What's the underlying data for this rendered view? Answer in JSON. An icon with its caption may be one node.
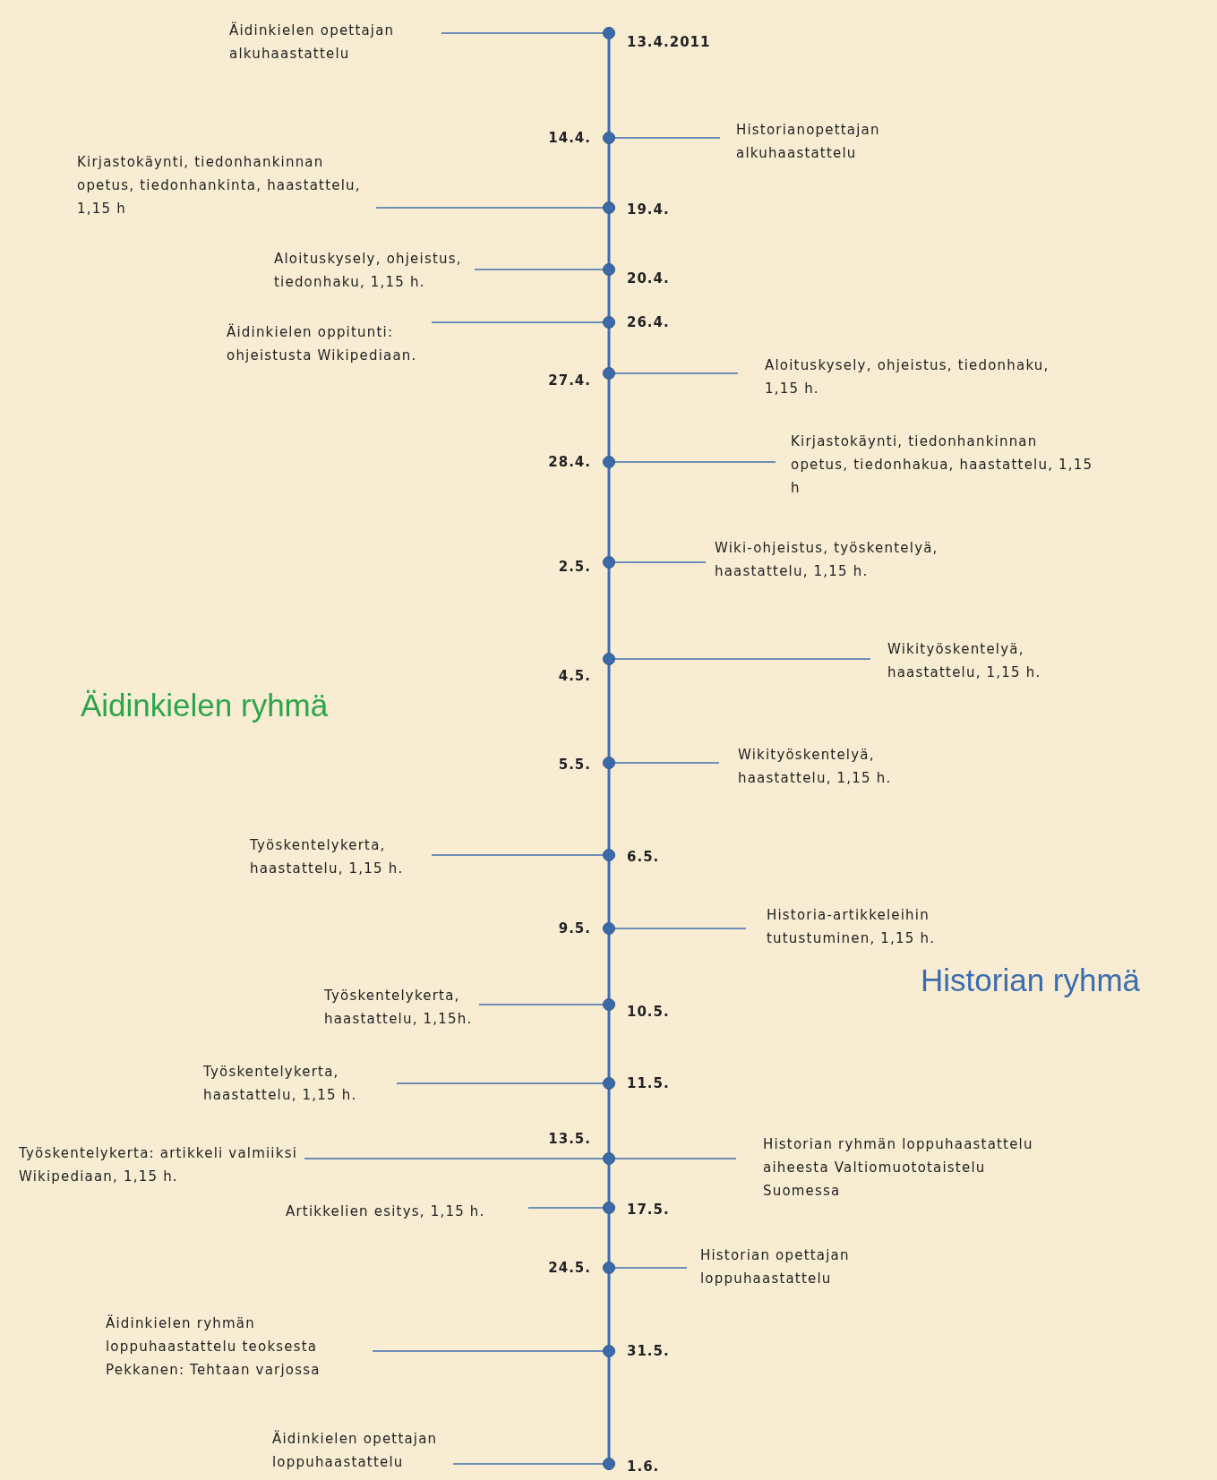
{
  "diagram": {
    "nodes": [
      {
        "text": [
          "Äidinkielen opettajan alkuhaastattelu"
        ]
      },
      {
        "text": [],
        "shape": "circle",
        "beside": [
          "13.4.2011"
        ]
      },
      {
        "text": [],
        "shape": "circle",
        "beside": [
          "14.4."
        ]
      },
      {
        "text": [
          "Historianopettajan alkuhaastattelu"
        ]
      },
      {
        "text": [
          "Kirjastokäynti, tiedonhankinnan opetus, tiedonhankinta, haastattelu, 1,15 h"
        ]
      },
      {
        "text": [],
        "shape": "circle",
        "beside": [
          "19.4."
        ]
      },
      {
        "text": [
          "Aloituskysely, ohjeistus, tiedonhaku, 1,15 h."
        ]
      },
      {
        "text": [],
        "shape": "circle",
        "beside": [
          "20.4."
        ]
      },
      {
        "text": [
          "Äidinkielen oppitunti: ohjeistusta Wikipediaan."
        ]
      },
      {
        "text": [],
        "shape": "circle",
        "beside": [
          "26.4."
        ]
      },
      {
        "text": [],
        "shape": "circle",
        "beside": [
          "27.4."
        ]
      },
      {
        "text": [
          "Aloituskysely, ohjeistus, tiedonhaku, 1,15 h."
        ]
      },
      {
        "text": [],
        "shape": "circle",
        "beside": [
          "28.4."
        ]
      },
      {
        "text": [
          "Kirjastokäynti, tiedonhankinnan opetus, tiedonhakua, haastattelu, 1,15 h"
        ]
      },
      {
        "text": [],
        "shape": "circle",
        "beside": [
          "2.5."
        ]
      },
      {
        "text": [
          "Wiki-ohjeistus, työskentelyä, haastattelu, 1,15 h."
        ]
      },
      {
        "text": [],
        "shape": "circle",
        "beside": [
          "4.5."
        ]
      },
      {
        "text": [
          "Wikityöskentelyä, haastattelu, 1,15 h."
        ]
      },
      {
        "text": [],
        "shape": "circle",
        "beside": [
          "5.5."
        ]
      },
      {
        "text": [
          "Wikityöskentelyä, haastattelu, 1,15 h."
        ]
      },
      {
        "text": [
          "Työskentelykerta, haastattelu, 1,15 h."
        ]
      },
      {
        "text": [],
        "shape": "circle",
        "beside": [
          "6.5."
        ]
      },
      {
        "text": [],
        "shape": "circle",
        "beside": [
          "9.5."
        ]
      },
      {
        "text": [
          "Historia-artikkeleihin tutustuminen, 1,15 h."
        ]
      },
      {
        "text": [
          "Työskentelykerta, haastattelu, 1,15h."
        ]
      },
      {
        "text": [],
        "shape": "circle",
        "beside": [
          "10.5."
        ]
      },
      {
        "text": [
          "Työskentelykerta, haastattelu, 1,15 h."
        ]
      },
      {
        "text": [],
        "shape": "circle",
        "beside": [
          "11.5."
        ]
      },
      {
        "text": [
          "Työskentelykerta: artikkeli valmiiksi Wikipediaan, 1,15 h."
        ]
      },
      {
        "text": [],
        "shape": "circle",
        "beside": [
          "13.5."
        ]
      },
      {
        "text": [
          "Historian ryhmän loppuhaastattelu aiheesta Valtiomuototaistelu Suomessa"
        ]
      },
      {
        "text": [
          "Artikkelien esitys, 1,15 h."
        ]
      },
      {
        "text": [],
        "shape": "circle",
        "beside": [
          "17.5."
        ]
      },
      {
        "text": [],
        "shape": "circle",
        "beside": [
          "24.5."
        ]
      },
      {
        "text": [
          "Historian opettajan loppuhaastattelu"
        ]
      },
      {
        "text": [
          "Äidinkielen ryhmän loppuhaastattelu teoksesta Pekkanen: Tehtaan varjossa"
        ]
      },
      {
        "text": [],
        "shape": "circle",
        "beside": [
          "31.5."
        ]
      },
      {
        "text": [
          "Äidinkielen opettajan loppuhaastattelu"
        ]
      },
      {
        "text": [],
        "shape": "circle",
        "beside": [
          "1.6."
        ]
      }
    ],
    "edges": [
      {
        "from": 0,
        "to": 1,
        "arrow": "none"
      },
      {
        "from": 3,
        "to": 2,
        "arrow": "none"
      },
      {
        "from": 4,
        "to": 5,
        "arrow": "none"
      },
      {
        "from": 6,
        "to": 7,
        "arrow": "none"
      },
      {
        "from": 8,
        "to": 9,
        "arrow": "none"
      },
      {
        "from": 11,
        "to": 10,
        "arrow": "none"
      },
      {
        "from": 13,
        "to": 12,
        "arrow": "none"
      },
      {
        "from": 15,
        "to": 14,
        "arrow": "none"
      },
      {
        "from": 17,
        "to": 16,
        "arrow": "none"
      },
      {
        "from": 19,
        "to": 18,
        "arrow": "none"
      },
      {
        "from": 20,
        "to": 21,
        "arrow": "none"
      },
      {
        "from": 23,
        "to": 22,
        "arrow": "none"
      },
      {
        "from": 24,
        "to": 25,
        "arrow": "none"
      },
      {
        "from": 26,
        "to": 27,
        "arrow": "none"
      },
      {
        "from": 28,
        "to": 29,
        "arrow": "none"
      },
      {
        "from": 30,
        "to": 29,
        "arrow": "none"
      },
      {
        "from": 31,
        "to": 32,
        "arrow": "none"
      },
      {
        "from": 34,
        "to": 33,
        "arrow": "none"
      },
      {
        "from": 35,
        "to": 36,
        "arrow": "none"
      },
      {
        "from": 37,
        "to": 38,
        "arrow": "none"
      },
      {
        "from": 1,
        "to": 2,
        "arrow": "none"
      },
      {
        "from": 2,
        "to": 5,
        "arrow": "none"
      },
      {
        "from": 5,
        "to": 7,
        "arrow": "none"
      },
      {
        "from": 7,
        "to": 9,
        "arrow": "none"
      },
      {
        "from": 9,
        "to": 10,
        "arrow": "none"
      },
      {
        "from": 10,
        "to": 12,
        "arrow": "none"
      },
      {
        "from": 12,
        "to": 14,
        "arrow": "none"
      },
      {
        "from": 14,
        "to": 16,
        "arrow": "none"
      },
      {
        "from": 16,
        "to": 18,
        "arrow": "none"
      },
      {
        "from": 18,
        "to": 21,
        "arrow": "none"
      },
      {
        "from": 21,
        "to": 22,
        "arrow": "none"
      },
      {
        "from": 22,
        "to": 25,
        "arrow": "none"
      },
      {
        "from": 25,
        "to": 27,
        "arrow": "none"
      },
      {
        "from": 27,
        "to": 29,
        "arrow": "none"
      },
      {
        "from": 29,
        "to": 32,
        "arrow": "none"
      },
      {
        "from": 32,
        "to": 33,
        "arrow": "none"
      },
      {
        "from": 33,
        "to": 36,
        "arrow": "none"
      },
      {
        "from": 36,
        "to": 38,
        "arrow": "none"
      }
    ],
    "labels": [
      "Äidinkielen ryhmä",
      "Historian ryhmä"
    ]
  }
}
